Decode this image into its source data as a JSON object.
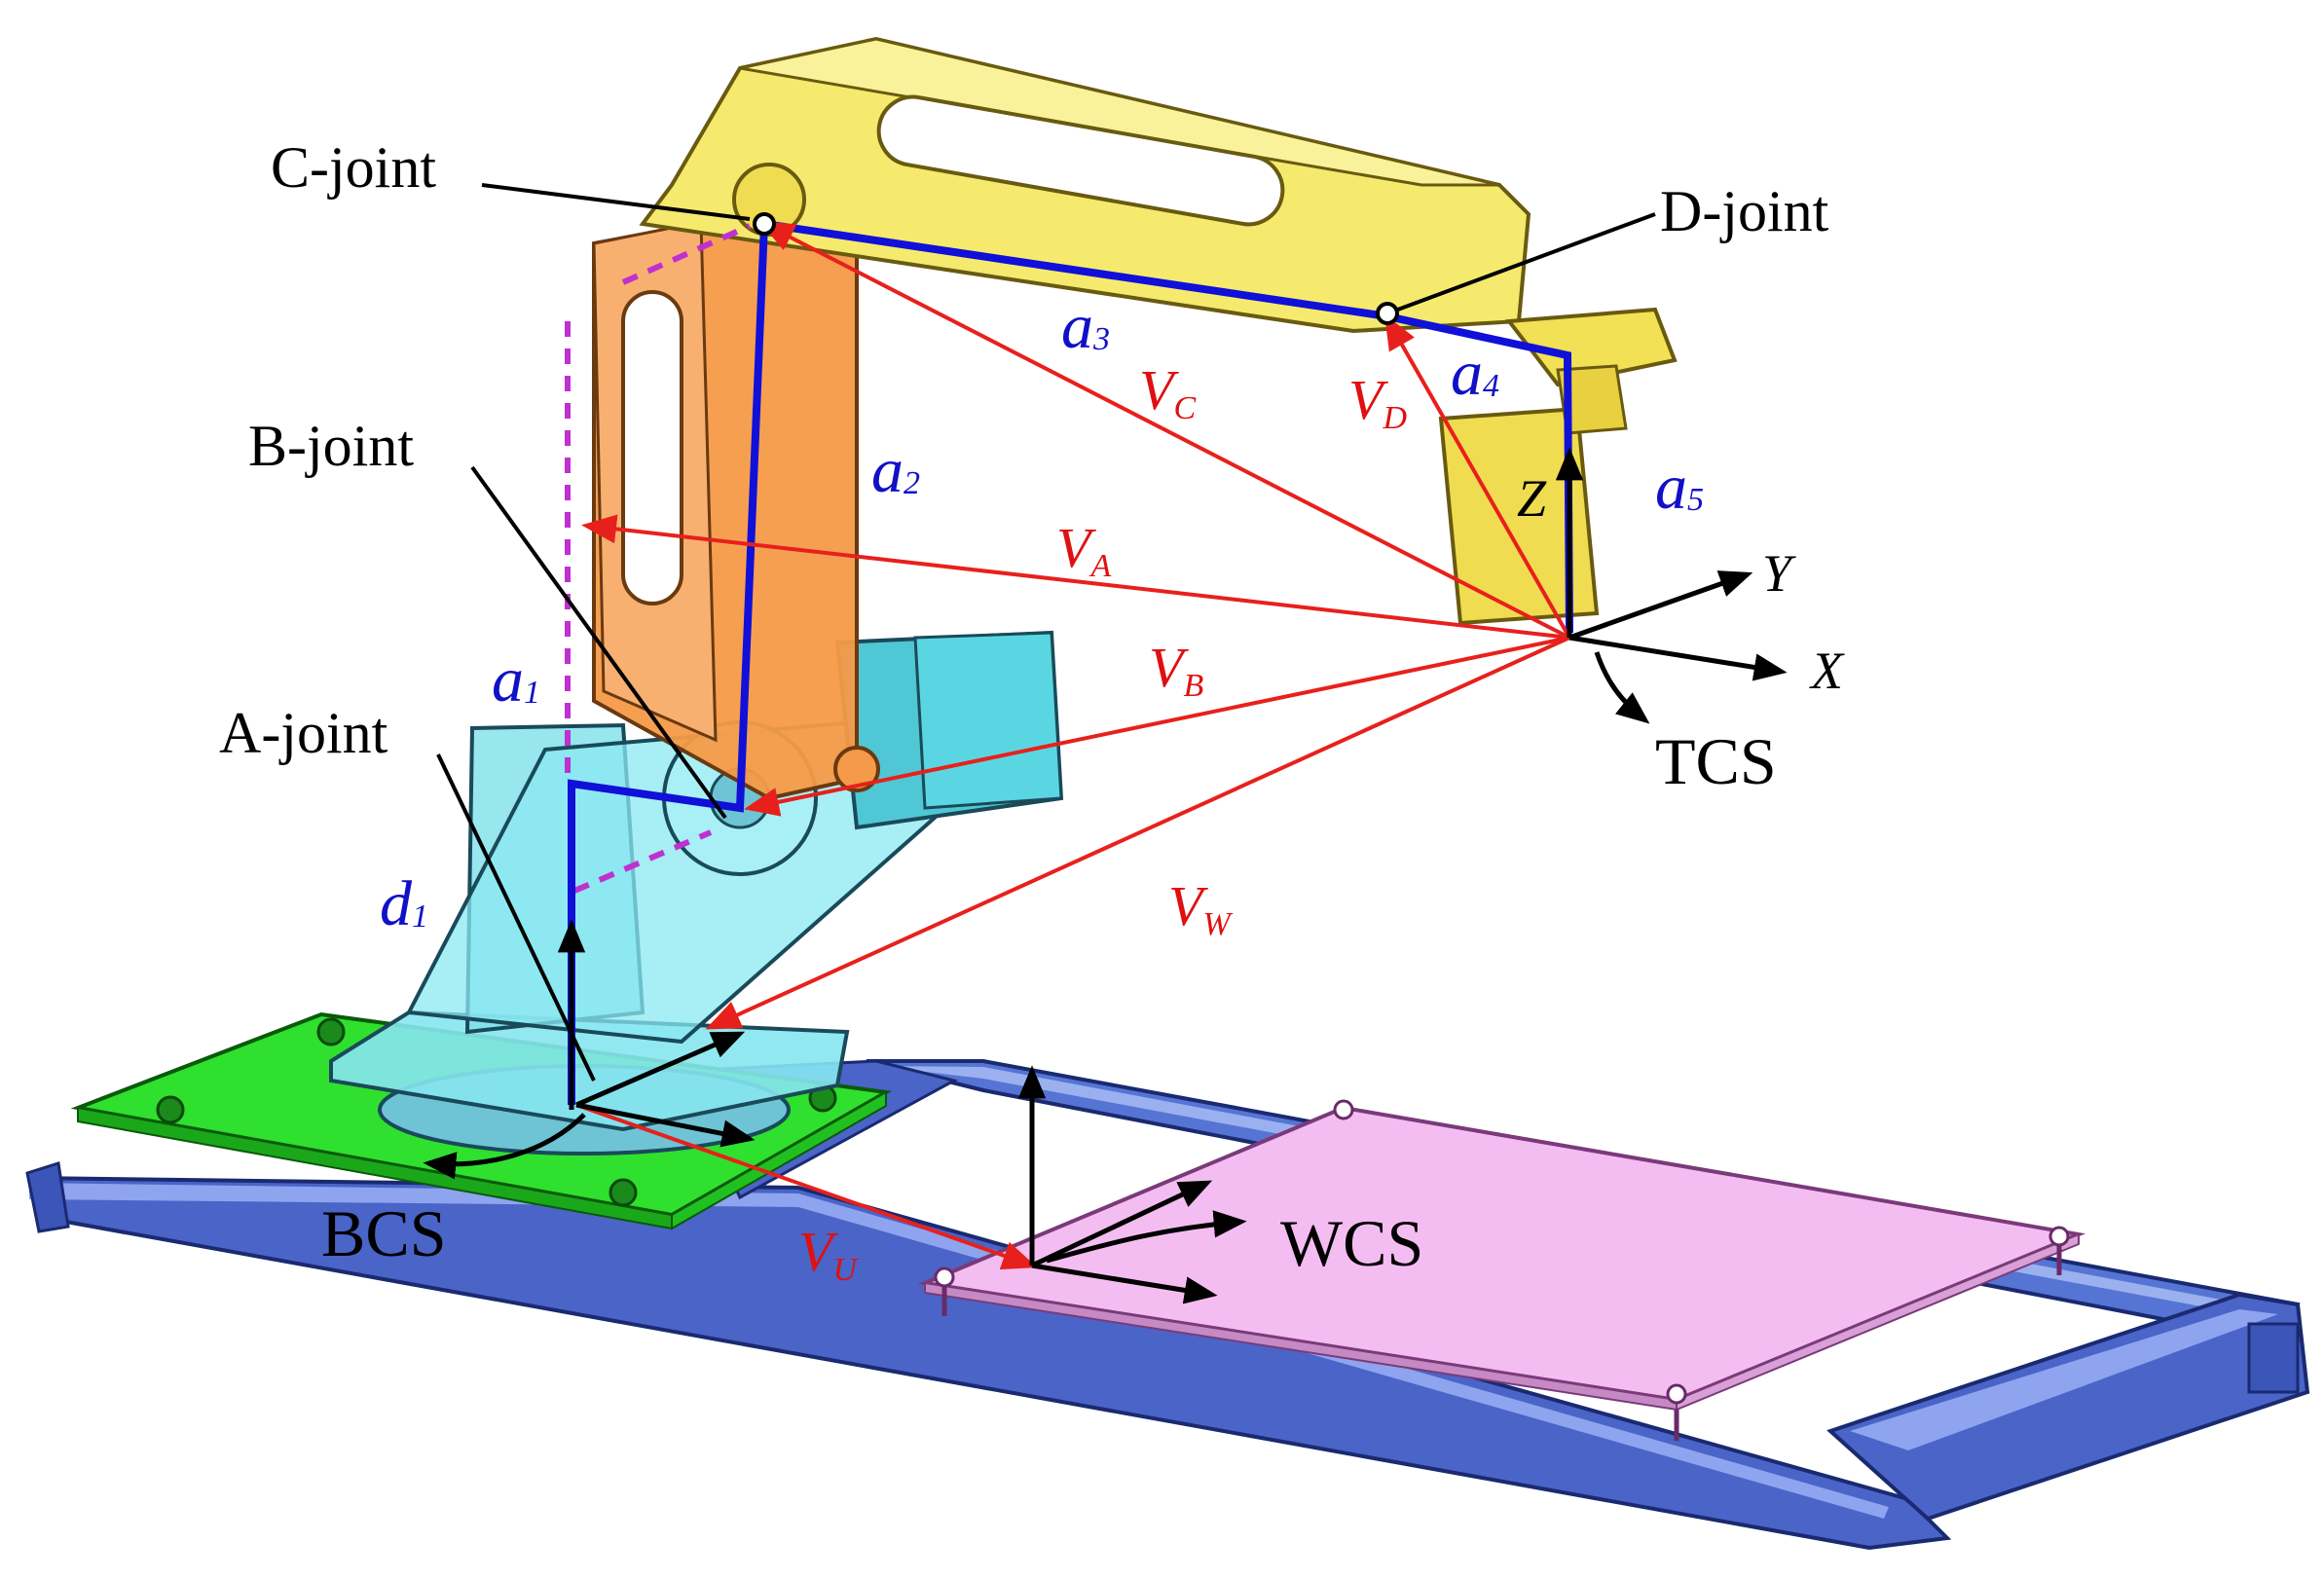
{
  "colors": {
    "vector": "#e8201c",
    "link_chain": "#1010d8",
    "frame_axis": "#000000",
    "dashed_guide": "#c030d0",
    "base_plate": "#33dd33",
    "work_plate": "#f2b8f0",
    "rail": "#5070d0",
    "arm_upper": "#f5e86a",
    "arm_lower": "#f5a050",
    "base_body": "#7ee0ea"
  },
  "joints": {
    "a": "A-joint",
    "b": "B-joint",
    "c": "C-joint",
    "d": "D-joint"
  },
  "frames": {
    "tcs": "TCS",
    "bcs": "BCS",
    "wcs": "WCS"
  },
  "axes": {
    "x": "X",
    "y": "Y",
    "z": "Z"
  },
  "links": {
    "a1": {
      "main": "a",
      "sub": "1"
    },
    "a2": {
      "main": "a",
      "sub": "2"
    },
    "a3": {
      "main": "a",
      "sub": "3"
    },
    "a4": {
      "main": "a",
      "sub": "4"
    },
    "a5": {
      "main": "a",
      "sub": "5"
    },
    "d1": {
      "main": "d",
      "sub": "1"
    }
  },
  "vectors": {
    "va": {
      "main": "V",
      "sub": "A"
    },
    "vb": {
      "main": "V",
      "sub": "B"
    },
    "vc": {
      "main": "V",
      "sub": "C"
    },
    "vd": {
      "main": "V",
      "sub": "D"
    },
    "vw": {
      "main": "V",
      "sub": "W"
    },
    "vu": {
      "main": "V",
      "sub": "U"
    }
  }
}
